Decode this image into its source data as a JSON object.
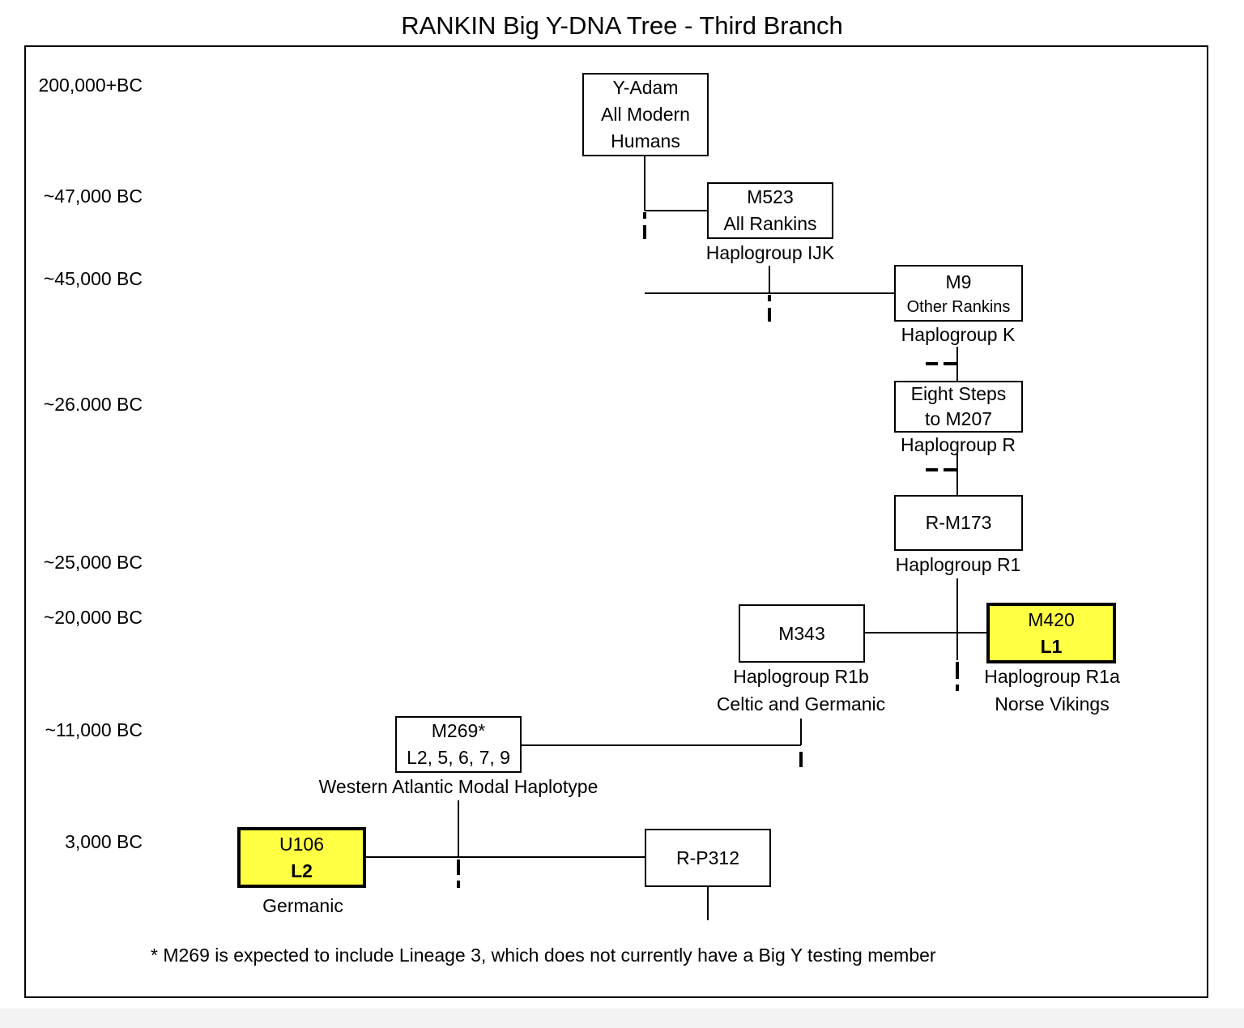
{
  "title": "RANKIN Big Y-DNA Tree - Third Branch",
  "dates": [
    "200,000+BC",
    "~47,000 BC",
    "~45,000 BC",
    "~26.000 BC",
    "~25,000 BC",
    "~20,000 BC",
    "~11,000 BC",
    "3,000 BC"
  ],
  "nodes": {
    "y_adam": {
      "lines": [
        "Y-Adam",
        "All Modern",
        "Humans"
      ]
    },
    "m523": {
      "lines": [
        "M523",
        "All Rankins"
      ],
      "caption": [
        "Haplogroup IJK"
      ]
    },
    "m9": {
      "line1": "M9",
      "line2": "Other Rankins",
      "caption": [
        "Haplogroup K"
      ]
    },
    "eight_steps": {
      "lines": [
        "Eight Steps",
        "to M207"
      ],
      "caption": [
        "Haplogroup R"
      ]
    },
    "rm173": {
      "lines": [
        "R-M173"
      ],
      "caption": [
        "Haplogroup R1"
      ]
    },
    "m343": {
      "lines": [
        "M343"
      ],
      "caption": [
        "Haplogroup R1b",
        "Celtic and Germanic"
      ]
    },
    "m420": {
      "line1": "M420",
      "line2": "L1",
      "caption": [
        "Haplogroup R1a",
        "Norse Vikings"
      ]
    },
    "m269": {
      "lines": [
        "M269*",
        "L2, 5, 6, 7, 9"
      ],
      "caption": [
        "Western Atlantic Modal Haplotype"
      ]
    },
    "u106": {
      "line1": "U106",
      "line2": "L2",
      "caption": [
        "Germanic"
      ]
    },
    "rp312": {
      "lines": [
        "R-P312"
      ]
    }
  },
  "footnote": "* M269 is expected to include Lineage 3, which does not currently have a Big Y testing member",
  "colors": {
    "highlight": "#ffff44",
    "line": "#000000"
  }
}
